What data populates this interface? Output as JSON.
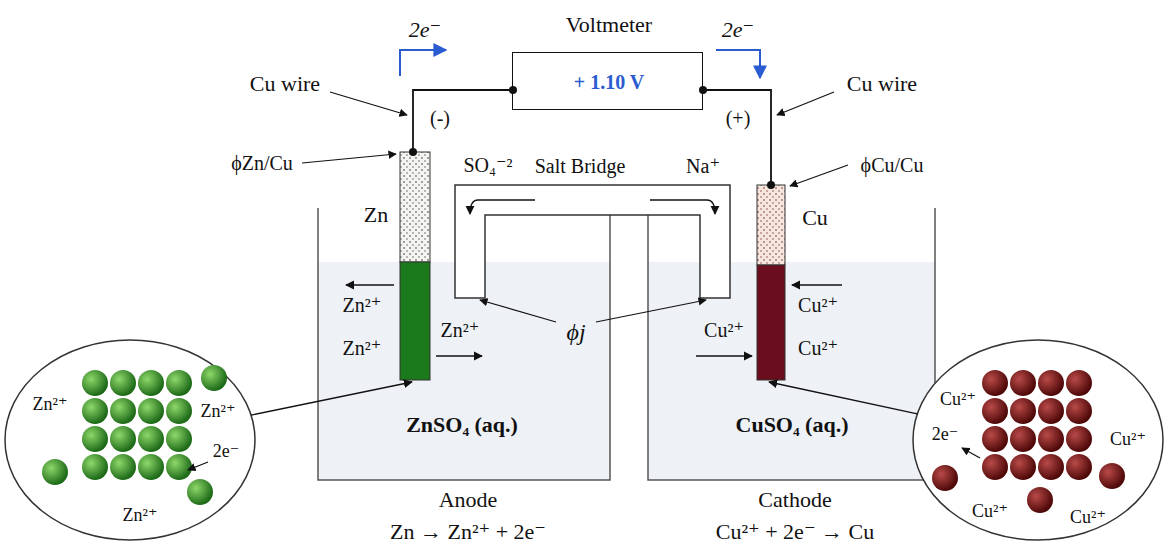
{
  "diagram": {
    "nodes": [
      {
        "text": [
          "Voltmeter",
          "+ 1.10 V"
        ]
      },
      {
        "text": [
          "Zn²⁺",
          "Zn²⁺",
          "Zn²⁺",
          "ZnSO₄ (aq.)"
        ]
      },
      {
        "text": [
          "Cu²⁺",
          "Cu²⁺",
          "Cu²⁺",
          "CuSO₄ (aq.)"
        ]
      },
      {
        "text": [
          "Zn²⁺",
          "Zn²⁺",
          "2e⁻",
          "Zn²⁺"
        ]
      },
      {
        "text": [
          "Cu²⁺",
          "2e⁻",
          "Cu²⁺",
          "Cu²⁺",
          "Cu²⁺"
        ]
      }
    ],
    "edges": [
      {
        "from": 3,
        "to": 1,
        "arrow": "to"
      },
      {
        "from": 4,
        "to": 2,
        "arrow": "to"
      }
    ],
    "labels": [
      "2e⁻",
      "2e⁻",
      "Cu wire",
      "Cu wire",
      "(-)",
      "(+)",
      "ϕZn/Cu",
      "ϕCu/Cu",
      "SO₄⁻²",
      "Salt Bridge",
      "Na⁺",
      "Zn",
      "Cu",
      "ϕj",
      "Anode",
      "Zn → Zn²⁺ + 2e⁻",
      "Cathode",
      "Cu²⁺ + 2e⁻ → Cu"
    ]
  }
}
